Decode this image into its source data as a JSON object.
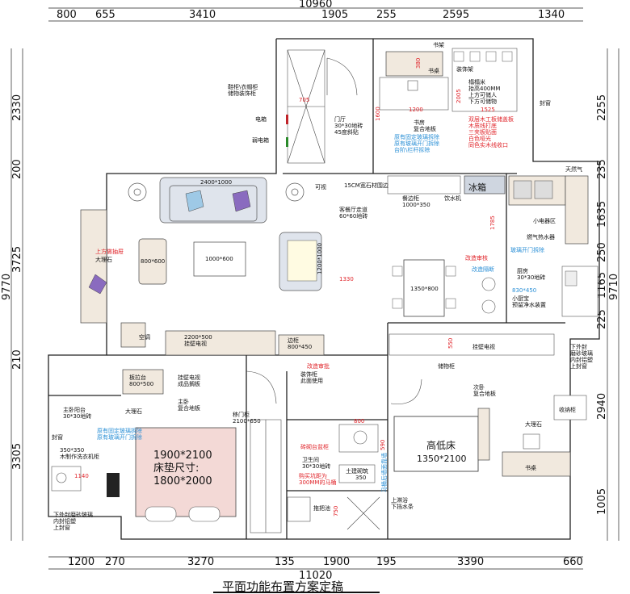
{
  "dims": {
    "top_total": "10960",
    "top": [
      "800",
      "655",
      "3410",
      "1905",
      "255",
      "2595",
      "1340"
    ],
    "bottom_total": "11020",
    "bottom": [
      "1200",
      "270",
      "3270",
      "135",
      "1900",
      "195",
      "3390",
      "660"
    ],
    "left_total": "9770",
    "left": [
      "2330",
      "200",
      "3725",
      "210",
      "3305"
    ],
    "right_total": "9710",
    "right": [
      "2255",
      "235",
      "1635",
      "250",
      "1165",
      "225",
      "2940",
      "1005"
    ]
  },
  "labels": {
    "bookshelf": "书架",
    "desk": "书桌",
    "display_rack": "装饰架",
    "tatami": "榻榻米\n抬高400MM\n上方可储人\n下方可储物",
    "study": "书房\n复合地板",
    "study_red": "双层木工板储盖板\n木质线打底\n三夹板贴面\n白色哑光\n同色实木线收口",
    "study_blue": "原有固定玻璃拆除\n原有玻璃开门拆除\n台阶\\栏杆拆除",
    "shoe_cab": "鞋柜\\衣帽柜\n储物装饰柜",
    "elec_box": "电箱",
    "weak_box": "弱电箱",
    "foyer": "门厅\n30*30地砖\n45度斜贴",
    "marble_edge": "15CM宽石材围边",
    "dresser": "餐边柜\n1000*350",
    "water": "饮水机",
    "fridge": "冰箱",
    "gas": "天然气",
    "appliance": "小电器区",
    "heater": "燃气热水器",
    "glass_door": "玻璃开门拆除",
    "kitchen": "厨房\n30*30地砖",
    "kitchen_dim": "830*450",
    "kitchen_small": "小厨宝\n预留净水装置",
    "living": "客餐厅走道\n60*60地砖",
    "sofa": "2400*1000",
    "coffee": "1000*600",
    "stool": "800*600",
    "chair": "1200*1000",
    "dining": "1350*800",
    "balcony_red": "上方做抽屉",
    "balcony": "大理石",
    "ac": "空调",
    "tv_cab": "2200*500\n挂壁电视",
    "side_cab": "边柜\n800*450",
    "change_a": "改造审核",
    "change_b": "改造隔断",
    "change_c": "改造审批",
    "tv2": "挂壁电视",
    "storage": "储物柜",
    "night": "板拉台\n800*500",
    "master_tv": "挂壁电视\n成品搁板",
    "master_marble": "大理石",
    "master": "主卧\n复合地板",
    "sliding": "移门柜\n2100*650",
    "deco": "装饰柜\n此面使用",
    "bed": "1900*2100",
    "bed_size": "床垫尺寸:",
    "bed_size2": "1800*2000",
    "m_balcony": "主卧阳台\n30*30地砖",
    "closed_window": "封窗",
    "m_bal_blue": "原有固定玻璃拆除\n原有玻璃开门拆除",
    "washer": "350*350\n木制作洗衣机柜",
    "washer_dim": "1140",
    "bottom_note": "下外封磨砂玻璃\n内封铝塑\n上封窗",
    "bath": "卫生间\n30*30地砖",
    "bath_red": "购买坑距为\n300MM的马桶",
    "bath_red2": "砖砌台盆柜",
    "tile800": "800",
    "wall_lay": "土建砌筑",
    "wall_dim": "350",
    "mop": "拖把池",
    "shower_blue": "马桶后墙面靠墙",
    "shower": "上淋浴\n下挡水条",
    "tile750": "750",
    "second": "次卧\n复合地板",
    "high_bed": "高低床",
    "high_bed_dim": "1350*2100",
    "second_marble": "大理石",
    "second_desk": "书桌",
    "storage_cab": "收纳柜",
    "right_note": "下外封\n磨砂玻璃\n内封铝塑\n上封窗",
    "right_window": "封窗",
    "can_see": "可视",
    "d380": "380",
    "d705": "705",
    "d1200": "1200",
    "d2005": "2005",
    "d1525": "1525",
    "d1600": "1600",
    "d1785": "1785",
    "d1330": "1330",
    "d550": "550",
    "d590": "590",
    "title": "平面功能布置方案定稿"
  }
}
